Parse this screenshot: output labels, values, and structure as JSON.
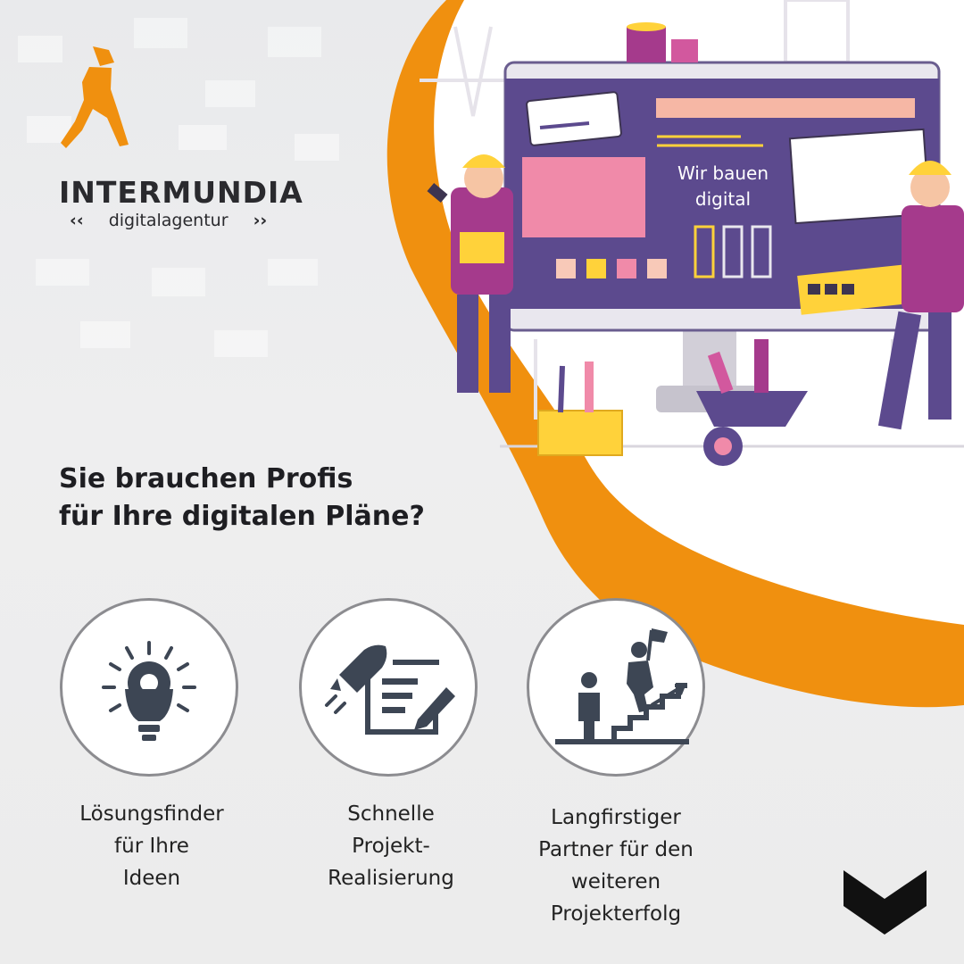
{
  "brand": {
    "name": "INTERMUNDIA",
    "tagline_prefix": "‹‹",
    "tagline": "digitalagentur",
    "tagline_suffix": "››",
    "accent_color": "#f0900f",
    "logo_icon": "walking-figure-icon"
  },
  "illustration": {
    "board_text_line1": "Wir bauen",
    "board_text_line2": "digital",
    "board_color": "#5c4a8e"
  },
  "headline": {
    "line1": "Sie brauchen Profis",
    "line2": "für Ihre digitalen Pläne?"
  },
  "features": [
    {
      "icon": "lightbulb-gear-icon",
      "lines": [
        "Lösungsfinder",
        "für Ihre",
        "Ideen"
      ]
    },
    {
      "icon": "rocket-document-icon",
      "lines": [
        "Schnelle",
        "Projekt-",
        "Realisierung"
      ]
    },
    {
      "icon": "stairs-flag-icon",
      "lines": [
        "Langfirstiger",
        "Partner für den",
        "weiteren",
        "Projekterfolg"
      ]
    }
  ],
  "scroll_hint": {
    "icon": "chevron-down-icon"
  },
  "colors": {
    "icon_dark": "#3d4654",
    "circle_border": "#8c8c90"
  }
}
